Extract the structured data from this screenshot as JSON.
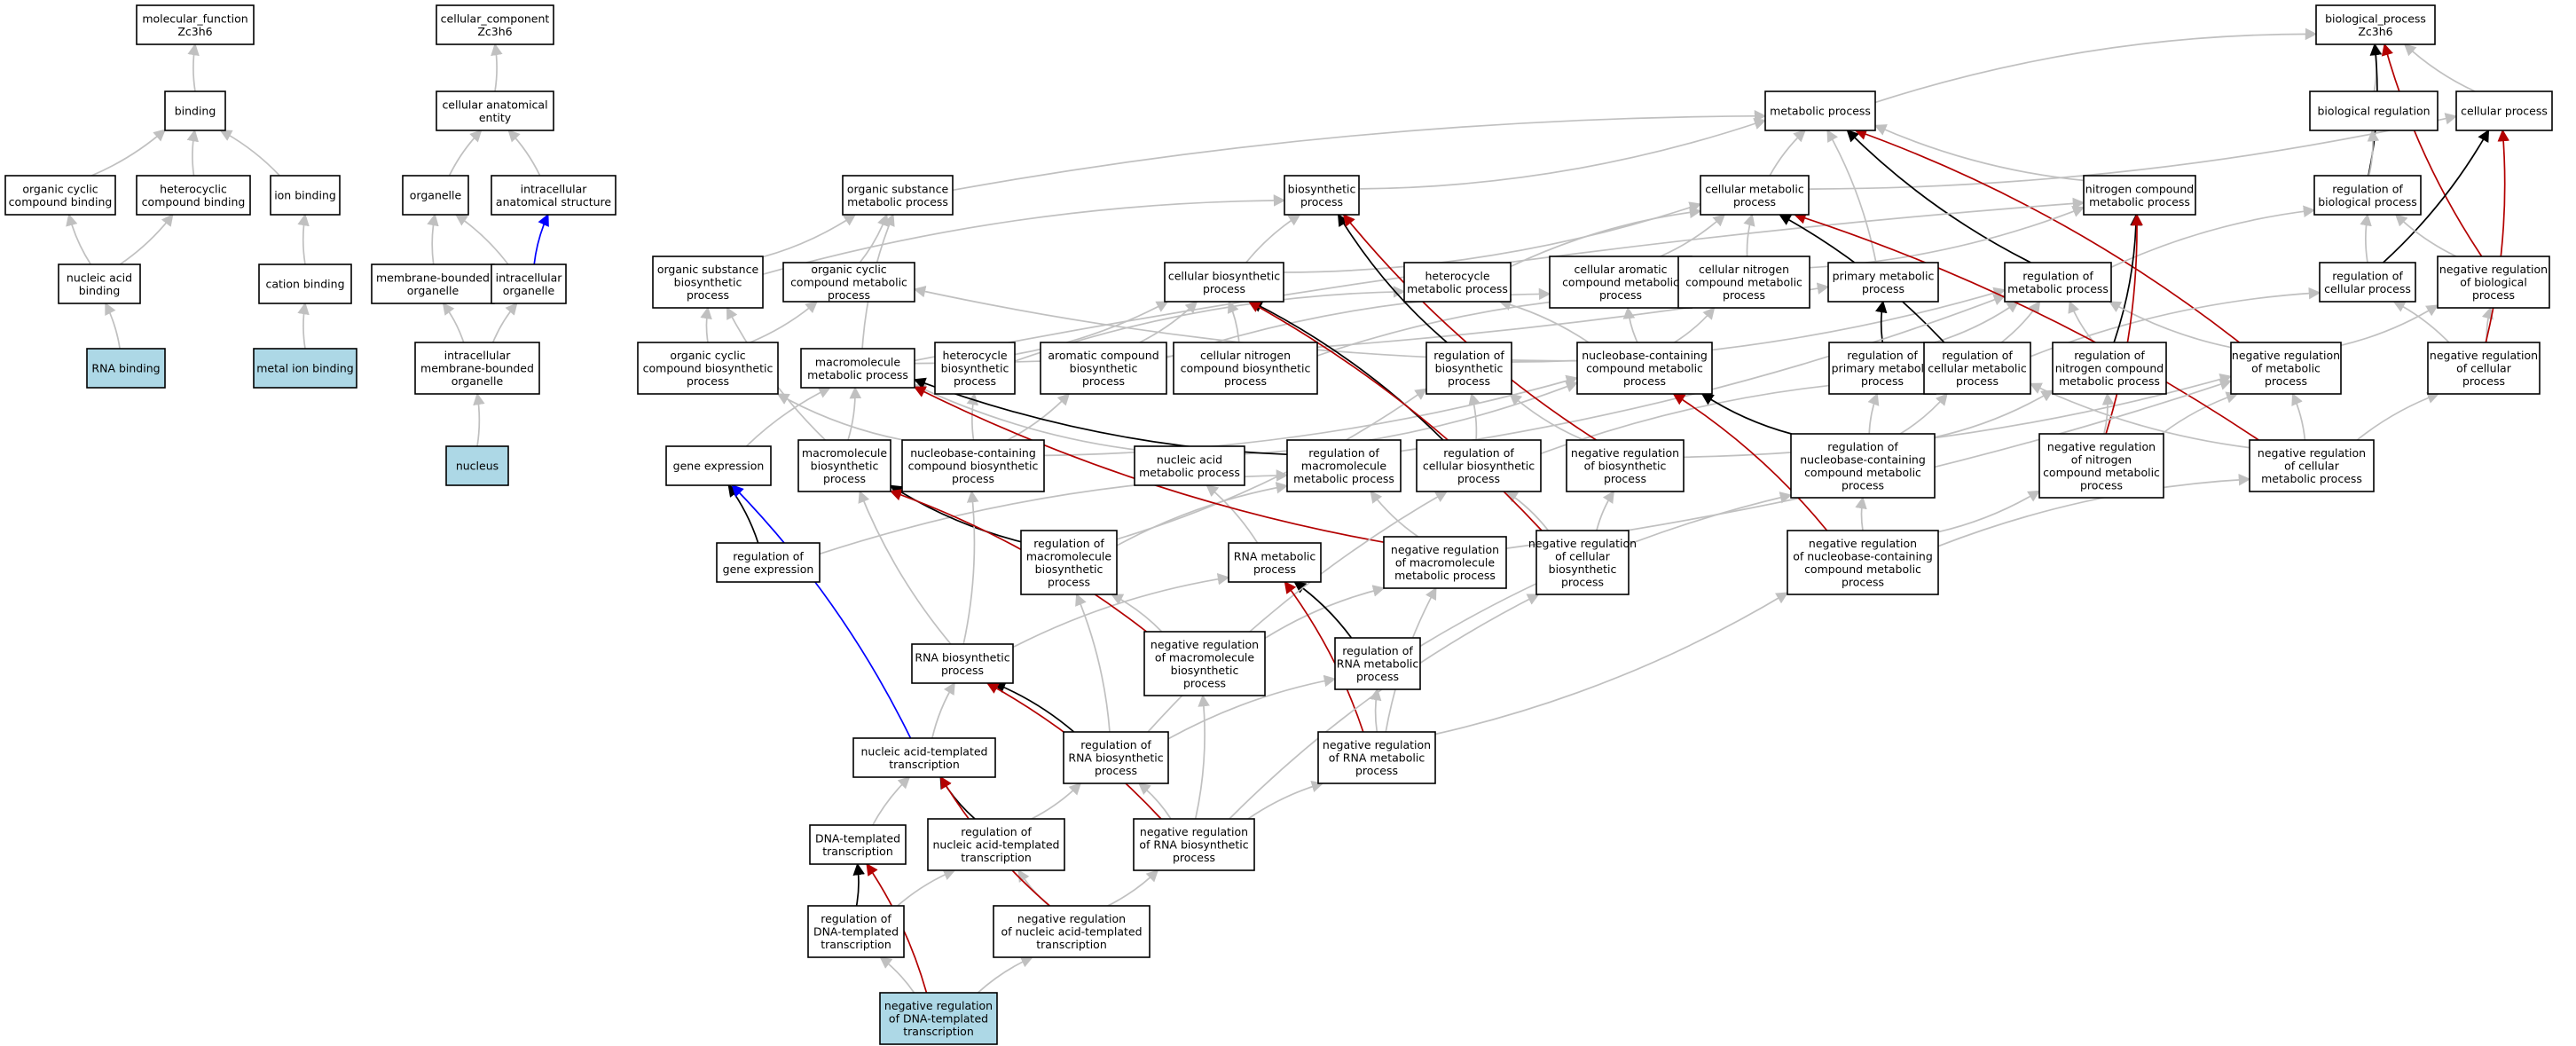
{
  "colors": {
    "is_a": "#c0c0c0",
    "part_of": "#0000ff",
    "regulates": "#000000",
    "negatively_regulates": "#b30000",
    "highlight": "#add8e6"
  },
  "nodes": [
    {
      "id": "mf",
      "label": "molecular_function\nZc3h6"
    },
    {
      "id": "binding",
      "label": "binding"
    },
    {
      "id": "ocb",
      "label": "organic cyclic\ncompound binding"
    },
    {
      "id": "hcb",
      "label": "heterocyclic\ncompound binding"
    },
    {
      "id": "ionb",
      "label": "ion binding"
    },
    {
      "id": "nab",
      "label": "nucleic acid\nbinding"
    },
    {
      "id": "catb",
      "label": "cation binding"
    },
    {
      "id": "rnab",
      "label": "RNA binding",
      "highlight": true
    },
    {
      "id": "mib",
      "label": "metal ion binding",
      "highlight": true
    },
    {
      "id": "cc",
      "label": "cellular_component\nZc3h6"
    },
    {
      "id": "cae",
      "label": "cellular anatomical\nentity"
    },
    {
      "id": "org",
      "label": "organelle"
    },
    {
      "id": "ias",
      "label": "intracellular\nanatomical structure"
    },
    {
      "id": "mbo",
      "label": "membrane-bounded\norganelle"
    },
    {
      "id": "io",
      "label": "intracellular\norganelle"
    },
    {
      "id": "imbo",
      "label": "intracellular\nmembrane-bounded\norganelle"
    },
    {
      "id": "nucleus",
      "label": "nucleus",
      "highlight": true
    },
    {
      "id": "bp",
      "label": "biological_process\nZc3h6"
    },
    {
      "id": "mp",
      "label": "metabolic process"
    },
    {
      "id": "breg",
      "label": "biological regulation"
    },
    {
      "id": "cp",
      "label": "cellular process"
    },
    {
      "id": "osmp",
      "label": "organic substance\nmetabolic process"
    },
    {
      "id": "biosp",
      "label": "biosynthetic\nprocess"
    },
    {
      "id": "cmp",
      "label": "cellular metabolic\nprocess"
    },
    {
      "id": "ncmp",
      "label": "nitrogen compound\nmetabolic process"
    },
    {
      "id": "rbp",
      "label": "regulation of\nbiological process"
    },
    {
      "id": "osbp",
      "label": "organic substance\nbiosynthetic\nprocess"
    },
    {
      "id": "occmp",
      "label": "organic cyclic\ncompound metabolic\nprocess"
    },
    {
      "id": "cbp",
      "label": "cellular biosynthetic\nprocess"
    },
    {
      "id": "hmp",
      "label": "heterocycle\nmetabolic process"
    },
    {
      "id": "cacmp",
      "label": "cellular aromatic\ncompound metabolic\nprocess"
    },
    {
      "id": "cncmp",
      "label": "cellular nitrogen\ncompound metabolic\nprocess"
    },
    {
      "id": "pmp",
      "label": "primary metabolic\nprocess"
    },
    {
      "id": "rmp",
      "label": "regulation of\nmetabolic process"
    },
    {
      "id": "rcp",
      "label": "regulation of\ncellular process"
    },
    {
      "id": "nrbp",
      "label": "negative regulation\nof biological\nprocess"
    },
    {
      "id": "occbp",
      "label": "organic cyclic\ncompound biosynthetic\nprocess"
    },
    {
      "id": "mmp",
      "label": "macromolecule\nmetabolic process"
    },
    {
      "id": "hbp",
      "label": "heterocycle\nbiosynthetic\nprocess"
    },
    {
      "id": "acbp",
      "label": "aromatic compound\nbiosynthetic\nprocess"
    },
    {
      "id": "cncbp",
      "label": "cellular nitrogen\ncompound biosynthetic\nprocess"
    },
    {
      "id": "rbiosp",
      "label": "regulation of\nbiosynthetic\nprocess"
    },
    {
      "id": "ncbmp",
      "label": "nucleobase-containing\ncompound metabolic\nprocess"
    },
    {
      "id": "rpmp",
      "label": "regulation of\nprimary metabolic\nprocess"
    },
    {
      "id": "rcmp",
      "label": "regulation of\ncellular metabolic\nprocess"
    },
    {
      "id": "rncmp",
      "label": "regulation of\nnitrogen compound\nmetabolic process"
    },
    {
      "id": "nrmp",
      "label": "negative regulation\nof metabolic\nprocess"
    },
    {
      "id": "nrcp",
      "label": "negative regulation\nof cellular\nprocess"
    },
    {
      "id": "ge",
      "label": "gene expression"
    },
    {
      "id": "mbp",
      "label": "macromolecule\nbiosynthetic\nprocess"
    },
    {
      "id": "ncbbp",
      "label": "nucleobase-containing\ncompound biosynthetic\nprocess"
    },
    {
      "id": "namp",
      "label": "nucleic acid\nmetabolic process"
    },
    {
      "id": "rmmp",
      "label": "regulation of\nmacromolecule\nmetabolic process"
    },
    {
      "id": "rcbp",
      "label": "regulation of\ncellular biosynthetic\nprocess"
    },
    {
      "id": "nrbiosp",
      "label": "negative regulation\nof biosynthetic\nprocess"
    },
    {
      "id": "rncbmp",
      "label": "regulation of\nnucleobase-containing\ncompound metabolic\nprocess"
    },
    {
      "id": "nrncmp",
      "label": "negative regulation\nof nitrogen\ncompound metabolic\nprocess"
    },
    {
      "id": "nrcmp",
      "label": "negative regulation\nof cellular\nmetabolic process"
    },
    {
      "id": "rge",
      "label": "regulation of\ngene expression"
    },
    {
      "id": "rmbp",
      "label": "regulation of\nmacromolecule\nbiosynthetic\nprocess"
    },
    {
      "id": "rnamp",
      "label": "RNA metabolic\nprocess"
    },
    {
      "id": "nrmmp",
      "label": "negative regulation\nof macromolecule\nmetabolic process"
    },
    {
      "id": "nrcbp",
      "label": "negative regulation\nof cellular\nbiosynthetic\nprocess"
    },
    {
      "id": "nrncbmp",
      "label": "negative regulation\nof nucleobase-containing\ncompound metabolic\nprocess"
    },
    {
      "id": "rnabp",
      "label": "RNA biosynthetic\nprocess"
    },
    {
      "id": "nrmbp",
      "label": "negative regulation\nof macromolecule\nbiosynthetic\nprocess"
    },
    {
      "id": "rrnamp",
      "label": "regulation of\nRNA metabolic\nprocess"
    },
    {
      "id": "natt",
      "label": "nucleic acid-templated\ntranscription"
    },
    {
      "id": "rrnabp",
      "label": "regulation of\nRNA biosynthetic\nprocess"
    },
    {
      "id": "nrrnamp",
      "label": "negative regulation\nof RNA metabolic\nprocess"
    },
    {
      "id": "dtt",
      "label": "DNA-templated\ntranscription"
    },
    {
      "id": "rnatt",
      "label": "regulation of\nnucleic acid-templated\ntranscription"
    },
    {
      "id": "nrrnabp",
      "label": "negative regulation\nof RNA biosynthetic\nprocess"
    },
    {
      "id": "rdtt",
      "label": "regulation of\nDNA-templated\ntranscription"
    },
    {
      "id": "nrnatt",
      "label": "negative regulation\nof nucleic acid-templated\ntranscription"
    },
    {
      "id": "nrdtt",
      "label": "negative regulation\nof DNA-templated\ntranscription",
      "highlight": true
    }
  ],
  "edges": [
    {
      "from": "binding",
      "to": "mf",
      "type": "is_a"
    },
    {
      "from": "ocb",
      "to": "binding",
      "type": "is_a"
    },
    {
      "from": "hcb",
      "to": "binding",
      "type": "is_a"
    },
    {
      "from": "ionb",
      "to": "binding",
      "type": "is_a"
    },
    {
      "from": "nab",
      "to": "ocb",
      "type": "is_a"
    },
    {
      "from": "nab",
      "to": "hcb",
      "type": "is_a"
    },
    {
      "from": "catb",
      "to": "ionb",
      "type": "is_a"
    },
    {
      "from": "rnab",
      "to": "nab",
      "type": "is_a"
    },
    {
      "from": "mib",
      "to": "catb",
      "type": "is_a"
    },
    {
      "from": "cae",
      "to": "cc",
      "type": "is_a"
    },
    {
      "from": "org",
      "to": "cae",
      "type": "is_a"
    },
    {
      "from": "ias",
      "to": "cae",
      "type": "is_a"
    },
    {
      "from": "mbo",
      "to": "org",
      "type": "is_a"
    },
    {
      "from": "io",
      "to": "org",
      "type": "is_a"
    },
    {
      "from": "io",
      "to": "ias",
      "type": "part_of"
    },
    {
      "from": "imbo",
      "to": "mbo",
      "type": "is_a"
    },
    {
      "from": "imbo",
      "to": "io",
      "type": "is_a"
    },
    {
      "from": "nucleus",
      "to": "imbo",
      "type": "is_a"
    },
    {
      "from": "mp",
      "to": "bp",
      "type": "is_a"
    },
    {
      "from": "breg",
      "to": "bp",
      "type": "is_a"
    },
    {
      "from": "cp",
      "to": "bp",
      "type": "is_a"
    },
    {
      "from": "rbp",
      "to": "bp",
      "type": "regulates"
    },
    {
      "from": "nrbp",
      "to": "bp",
      "type": "negatively_regulates"
    },
    {
      "from": "rbp",
      "to": "breg",
      "type": "is_a"
    },
    {
      "from": "osmp",
      "to": "mp",
      "type": "is_a"
    },
    {
      "from": "biosp",
      "to": "mp",
      "type": "is_a"
    },
    {
      "from": "cmp",
      "to": "mp",
      "type": "is_a"
    },
    {
      "from": "cmp",
      "to": "cp",
      "type": "is_a"
    },
    {
      "from": "ncmp",
      "to": "mp",
      "type": "is_a"
    },
    {
      "from": "pmp",
      "to": "mp",
      "type": "is_a"
    },
    {
      "from": "rmp",
      "to": "mp",
      "type": "regulates"
    },
    {
      "from": "nrmp",
      "to": "mp",
      "type": "negatively_regulates"
    },
    {
      "from": "rcp",
      "to": "rbp",
      "type": "is_a"
    },
    {
      "from": "rcp",
      "to": "cp",
      "type": "regulates"
    },
    {
      "from": "nrbp",
      "to": "rbp",
      "type": "is_a"
    },
    {
      "from": "nrcp",
      "to": "rcp",
      "type": "is_a"
    },
    {
      "from": "nrcp",
      "to": "nrbp",
      "type": "is_a"
    },
    {
      "from": "nrcp",
      "to": "cp",
      "type": "negatively_regulates"
    },
    {
      "from": "rmp",
      "to": "rbp",
      "type": "is_a"
    },
    {
      "from": "osbp",
      "to": "osmp",
      "type": "is_a"
    },
    {
      "from": "osbp",
      "to": "biosp",
      "type": "is_a"
    },
    {
      "from": "occmp",
      "to": "osmp",
      "type": "is_a"
    },
    {
      "from": "cbp",
      "to": "biosp",
      "type": "is_a"
    },
    {
      "from": "cbp",
      "to": "cmp",
      "type": "is_a"
    },
    {
      "from": "hmp",
      "to": "cmp",
      "type": "is_a"
    },
    {
      "from": "cacmp",
      "to": "cmp",
      "type": "is_a"
    },
    {
      "from": "cncmp",
      "to": "cmp",
      "type": "is_a"
    },
    {
      "from": "cncmp",
      "to": "ncmp",
      "type": "is_a"
    },
    {
      "from": "mmp",
      "to": "osmp",
      "type": "is_a"
    },
    {
      "from": "mmp",
      "to": "pmp",
      "type": "is_a"
    },
    {
      "from": "mmp",
      "to": "ncmp",
      "type": "is_a"
    },
    {
      "from": "occbp",
      "to": "occmp",
      "type": "is_a"
    },
    {
      "from": "occbp",
      "to": "osbp",
      "type": "is_a"
    },
    {
      "from": "hbp",
      "to": "cbp",
      "type": "is_a"
    },
    {
      "from": "hbp",
      "to": "hmp",
      "type": "is_a"
    },
    {
      "from": "acbp",
      "to": "cbp",
      "type": "is_a"
    },
    {
      "from": "acbp",
      "to": "cacmp",
      "type": "is_a"
    },
    {
      "from": "cncbp",
      "to": "cbp",
      "type": "is_a"
    },
    {
      "from": "cncbp",
      "to": "cncmp",
      "type": "is_a"
    },
    {
      "from": "rbiosp",
      "to": "rmp",
      "type": "is_a"
    },
    {
      "from": "rbiosp",
      "to": "biosp",
      "type": "regulates"
    },
    {
      "from": "ncbmp",
      "to": "hmp",
      "type": "is_a"
    },
    {
      "from": "ncbmp",
      "to": "cacmp",
      "type": "is_a"
    },
    {
      "from": "ncbmp",
      "to": "cncmp",
      "type": "is_a"
    },
    {
      "from": "ncbmp",
      "to": "occmp",
      "type": "is_a"
    },
    {
      "from": "rpmp",
      "to": "rmp",
      "type": "is_a"
    },
    {
      "from": "rpmp",
      "to": "pmp",
      "type": "regulates"
    },
    {
      "from": "rcmp",
      "to": "rmp",
      "type": "is_a"
    },
    {
      "from": "rcmp",
      "to": "rcp",
      "type": "is_a"
    },
    {
      "from": "rcmp",
      "to": "cmp",
      "type": "regulates"
    },
    {
      "from": "rncmp",
      "to": "rmp",
      "type": "is_a"
    },
    {
      "from": "rncmp",
      "to": "ncmp",
      "type": "regulates"
    },
    {
      "from": "nrmp",
      "to": "rmp",
      "type": "is_a"
    },
    {
      "from": "nrmp",
      "to": "nrbp",
      "type": "is_a"
    },
    {
      "from": "ge",
      "to": "mmp",
      "type": "is_a"
    },
    {
      "from": "mbp",
      "to": "mmp",
      "type": "is_a"
    },
    {
      "from": "mbp",
      "to": "osbp",
      "type": "is_a"
    },
    {
      "from": "ncbbp",
      "to": "ncbmp",
      "type": "is_a"
    },
    {
      "from": "ncbbp",
      "to": "hbp",
      "type": "is_a"
    },
    {
      "from": "ncbbp",
      "to": "acbp",
      "type": "is_a"
    },
    {
      "from": "ncbbp",
      "to": "occbp",
      "type": "is_a"
    },
    {
      "from": "namp",
      "to": "ncbmp",
      "type": "is_a"
    },
    {
      "from": "namp",
      "to": "mmp",
      "type": "is_a"
    },
    {
      "from": "rmmp",
      "to": "rmp",
      "type": "is_a"
    },
    {
      "from": "rmmp",
      "to": "mmp",
      "type": "regulates"
    },
    {
      "from": "rcbp",
      "to": "rbiosp",
      "type": "is_a"
    },
    {
      "from": "rcbp",
      "to": "rcmp",
      "type": "is_a"
    },
    {
      "from": "rcbp",
      "to": "cbp",
      "type": "regulates"
    },
    {
      "from": "nrbiosp",
      "to": "rbiosp",
      "type": "is_a"
    },
    {
      "from": "nrbiosp",
      "to": "nrmp",
      "type": "is_a"
    },
    {
      "from": "nrbiosp",
      "to": "biosp",
      "type": "negatively_regulates"
    },
    {
      "from": "rncbmp",
      "to": "rcmp",
      "type": "is_a"
    },
    {
      "from": "rncbmp",
      "to": "rpmp",
      "type": "is_a"
    },
    {
      "from": "rncbmp",
      "to": "rncmp",
      "type": "is_a"
    },
    {
      "from": "rncbmp",
      "to": "ncbmp",
      "type": "regulates"
    },
    {
      "from": "nrncmp",
      "to": "rncmp",
      "type": "is_a"
    },
    {
      "from": "nrncmp",
      "to": "nrmp",
      "type": "is_a"
    },
    {
      "from": "nrncmp",
      "to": "ncmp",
      "type": "negatively_regulates"
    },
    {
      "from": "nrcmp",
      "to": "rcmp",
      "type": "is_a"
    },
    {
      "from": "nrcmp",
      "to": "nrmp",
      "type": "is_a"
    },
    {
      "from": "nrcmp",
      "to": "nrcp",
      "type": "is_a"
    },
    {
      "from": "nrcmp",
      "to": "cmp",
      "type": "negatively_regulates"
    },
    {
      "from": "rge",
      "to": "rmmp",
      "type": "is_a"
    },
    {
      "from": "rge",
      "to": "ge",
      "type": "regulates"
    },
    {
      "from": "rmbp",
      "to": "rmmp",
      "type": "is_a"
    },
    {
      "from": "rmbp",
      "to": "rbiosp",
      "type": "is_a"
    },
    {
      "from": "rmbp",
      "to": "mbp",
      "type": "regulates"
    },
    {
      "from": "rnamp",
      "to": "namp",
      "type": "is_a"
    },
    {
      "from": "nrmmp",
      "to": "rmmp",
      "type": "is_a"
    },
    {
      "from": "nrmmp",
      "to": "nrmp",
      "type": "is_a"
    },
    {
      "from": "nrmmp",
      "to": "mmp",
      "type": "negatively_regulates"
    },
    {
      "from": "nrcbp",
      "to": "rcbp",
      "type": "is_a"
    },
    {
      "from": "nrcbp",
      "to": "nrbiosp",
      "type": "is_a"
    },
    {
      "from": "nrcbp",
      "to": "cbp",
      "type": "negatively_regulates"
    },
    {
      "from": "nrncbmp",
      "to": "rncbmp",
      "type": "is_a"
    },
    {
      "from": "nrncbmp",
      "to": "nrncmp",
      "type": "is_a"
    },
    {
      "from": "nrncbmp",
      "to": "nrcmp",
      "type": "is_a"
    },
    {
      "from": "nrncbmp",
      "to": "ncbmp",
      "type": "negatively_regulates"
    },
    {
      "from": "rnabp",
      "to": "rnamp",
      "type": "is_a"
    },
    {
      "from": "rnabp",
      "to": "ncbbp",
      "type": "is_a"
    },
    {
      "from": "rnabp",
      "to": "mbp",
      "type": "is_a"
    },
    {
      "from": "nrmbp",
      "to": "rmbp",
      "type": "is_a"
    },
    {
      "from": "nrmbp",
      "to": "nrmmp",
      "type": "is_a"
    },
    {
      "from": "nrmbp",
      "to": "mbp",
      "type": "negatively_regulates"
    },
    {
      "from": "rrnamp",
      "to": "rncbmp",
      "type": "is_a"
    },
    {
      "from": "rrnamp",
      "to": "rnamp",
      "type": "regulates"
    },
    {
      "from": "natt",
      "to": "rnabp",
      "type": "is_a"
    },
    {
      "from": "natt",
      "to": "ge",
      "type": "part_of"
    },
    {
      "from": "rrnabp",
      "to": "rrnamp",
      "type": "is_a"
    },
    {
      "from": "rrnabp",
      "to": "rmbp",
      "type": "is_a"
    },
    {
      "from": "rrnabp",
      "to": "rcbp",
      "type": "is_a"
    },
    {
      "from": "rrnabp",
      "to": "rnabp",
      "type": "regulates"
    },
    {
      "from": "nrrnamp",
      "to": "rrnamp",
      "type": "is_a"
    },
    {
      "from": "nrrnamp",
      "to": "nrncbmp",
      "type": "is_a"
    },
    {
      "from": "nrrnamp",
      "to": "nrmmp",
      "type": "is_a"
    },
    {
      "from": "nrrnamp",
      "to": "rnamp",
      "type": "negatively_regulates"
    },
    {
      "from": "dtt",
      "to": "natt",
      "type": "is_a"
    },
    {
      "from": "rnatt",
      "to": "rrnabp",
      "type": "is_a"
    },
    {
      "from": "rnatt",
      "to": "natt",
      "type": "regulates"
    },
    {
      "from": "nrrnabp",
      "to": "rrnabp",
      "type": "is_a"
    },
    {
      "from": "nrrnabp",
      "to": "nrrnamp",
      "type": "is_a"
    },
    {
      "from": "nrrnabp",
      "to": "nrmbp",
      "type": "is_a"
    },
    {
      "from": "nrrnabp",
      "to": "nrcbp",
      "type": "is_a"
    },
    {
      "from": "nrrnabp",
      "to": "rnabp",
      "type": "negatively_regulates"
    },
    {
      "from": "rdtt",
      "to": "rnatt",
      "type": "is_a"
    },
    {
      "from": "rdtt",
      "to": "dtt",
      "type": "regulates"
    },
    {
      "from": "nrnatt",
      "to": "rnatt",
      "type": "is_a"
    },
    {
      "from": "nrnatt",
      "to": "nrrnabp",
      "type": "is_a"
    },
    {
      "from": "nrnatt",
      "to": "natt",
      "type": "negatively_regulates"
    },
    {
      "from": "nrdtt",
      "to": "rdtt",
      "type": "is_a"
    },
    {
      "from": "nrdtt",
      "to": "nrnatt",
      "type": "is_a"
    },
    {
      "from": "nrdtt",
      "to": "dtt",
      "type": "negatively_regulates"
    }
  ]
}
